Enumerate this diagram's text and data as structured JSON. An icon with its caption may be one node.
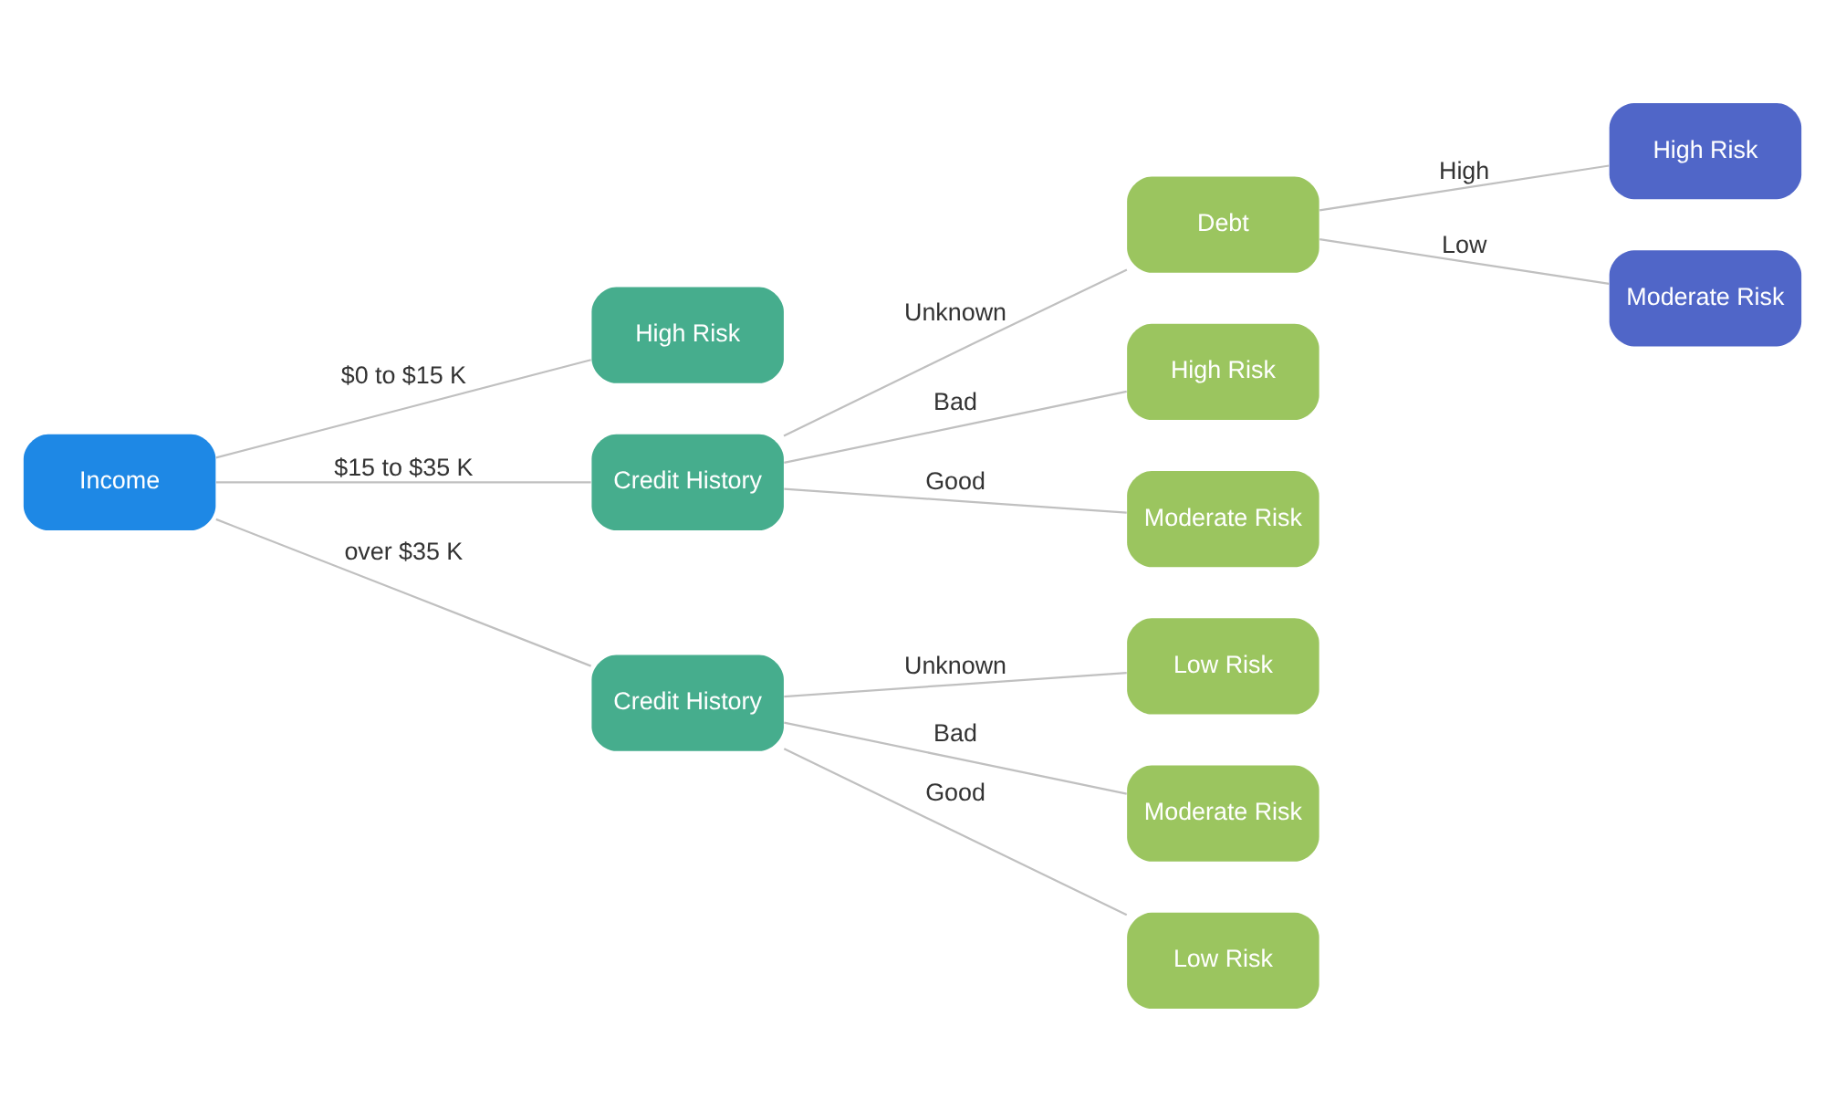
{
  "diagram": {
    "nodes": [
      {
        "text": [
          "Income"
        ]
      },
      {
        "text": [
          "High Risk"
        ]
      },
      {
        "text": [
          "Credit History"
        ]
      },
      {
        "text": [
          "Credit History"
        ]
      },
      {
        "text": [
          "Debt"
        ]
      },
      {
        "text": [
          "High Risk"
        ]
      },
      {
        "text": [
          "Moderate Risk"
        ]
      },
      {
        "text": [
          "Low Risk"
        ]
      },
      {
        "text": [
          "Moderate Risk"
        ]
      },
      {
        "text": [
          "Low Risk"
        ]
      },
      {
        "text": [
          "High Risk"
        ]
      },
      {
        "text": [
          "Moderate Risk"
        ]
      }
    ],
    "edges": [
      {
        "from": 0,
        "to": 1,
        "arrow": "none",
        "label": "$0 to $15 K"
      },
      {
        "from": 0,
        "to": 2,
        "arrow": "none",
        "label": "$15 to $35 K"
      },
      {
        "from": 0,
        "to": 3,
        "arrow": "none",
        "label": "over $35 K"
      },
      {
        "from": 2,
        "to": 4,
        "arrow": "none",
        "label": "Unknown"
      },
      {
        "from": 2,
        "to": 5,
        "arrow": "none",
        "label": "Bad"
      },
      {
        "from": 2,
        "to": 6,
        "arrow": "none",
        "label": "Good"
      },
      {
        "from": 3,
        "to": 7,
        "arrow": "none",
        "label": "Unknown"
      },
      {
        "from": 3,
        "to": 8,
        "arrow": "none",
        "label": "Bad"
      },
      {
        "from": 3,
        "to": 9,
        "arrow": "none",
        "label": "Good"
      },
      {
        "from": 4,
        "to": 10,
        "arrow": "none",
        "label": "High"
      },
      {
        "from": 4,
        "to": 11,
        "arrow": "none",
        "label": "Low"
      }
    ]
  }
}
